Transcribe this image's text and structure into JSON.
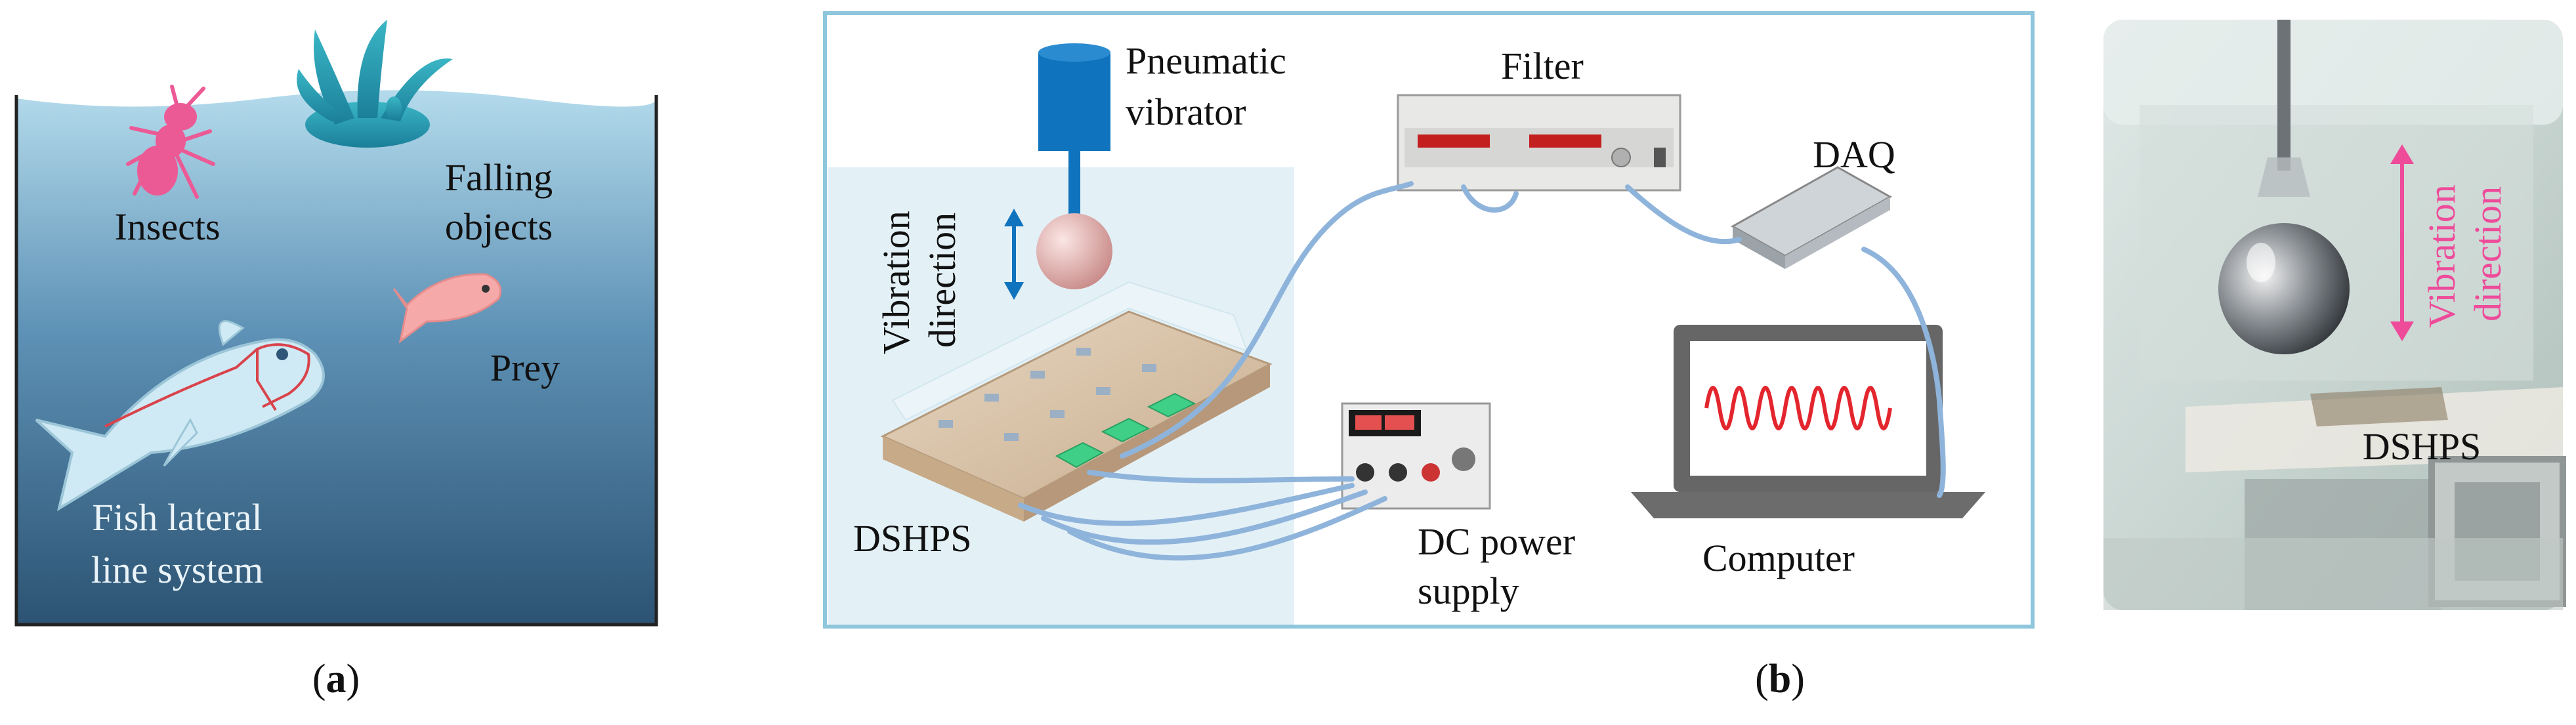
{
  "panel_a": {
    "label_open": "(",
    "label_letter": "a",
    "label_close": ")",
    "insects": "Insects",
    "falling_line1": "Falling",
    "falling_line2": "objects",
    "prey": "Prey",
    "lateral_line1": "Fish lateral",
    "lateral_line2": "line system",
    "colors": {
      "water_top": "#a9d3e6",
      "water_bottom": "#2f5676",
      "insect": "#ec5a96",
      "fish": "#cfeaf5",
      "lateral_line": "#d9434b",
      "prey": "#f6a9a9"
    }
  },
  "panel_b": {
    "label_open": "(",
    "label_letter": "b",
    "label_close": ")",
    "pneumatic_line1": "Pneumatic",
    "pneumatic_line2": "vibrator",
    "filter": "Filter",
    "daq": "DAQ",
    "vibration_line1": "Vibration",
    "vibration_line2": "direction",
    "dshps": "DSHPS",
    "dc_line1": "DC power",
    "dc_line2": "supply",
    "computer": "Computer",
    "colors": {
      "frame": "#8ec6dc",
      "cable": "#8fb4db",
      "vibrator": "#0f73bd",
      "ball": "#e6b7b5",
      "signal": "#e3262e"
    }
  },
  "panel_c": {
    "vibration_line1": "Vibration",
    "vibration_line2": "direction",
    "dshps": "DSHPS",
    "colors": {
      "arrow": "#ee4b9a"
    }
  }
}
